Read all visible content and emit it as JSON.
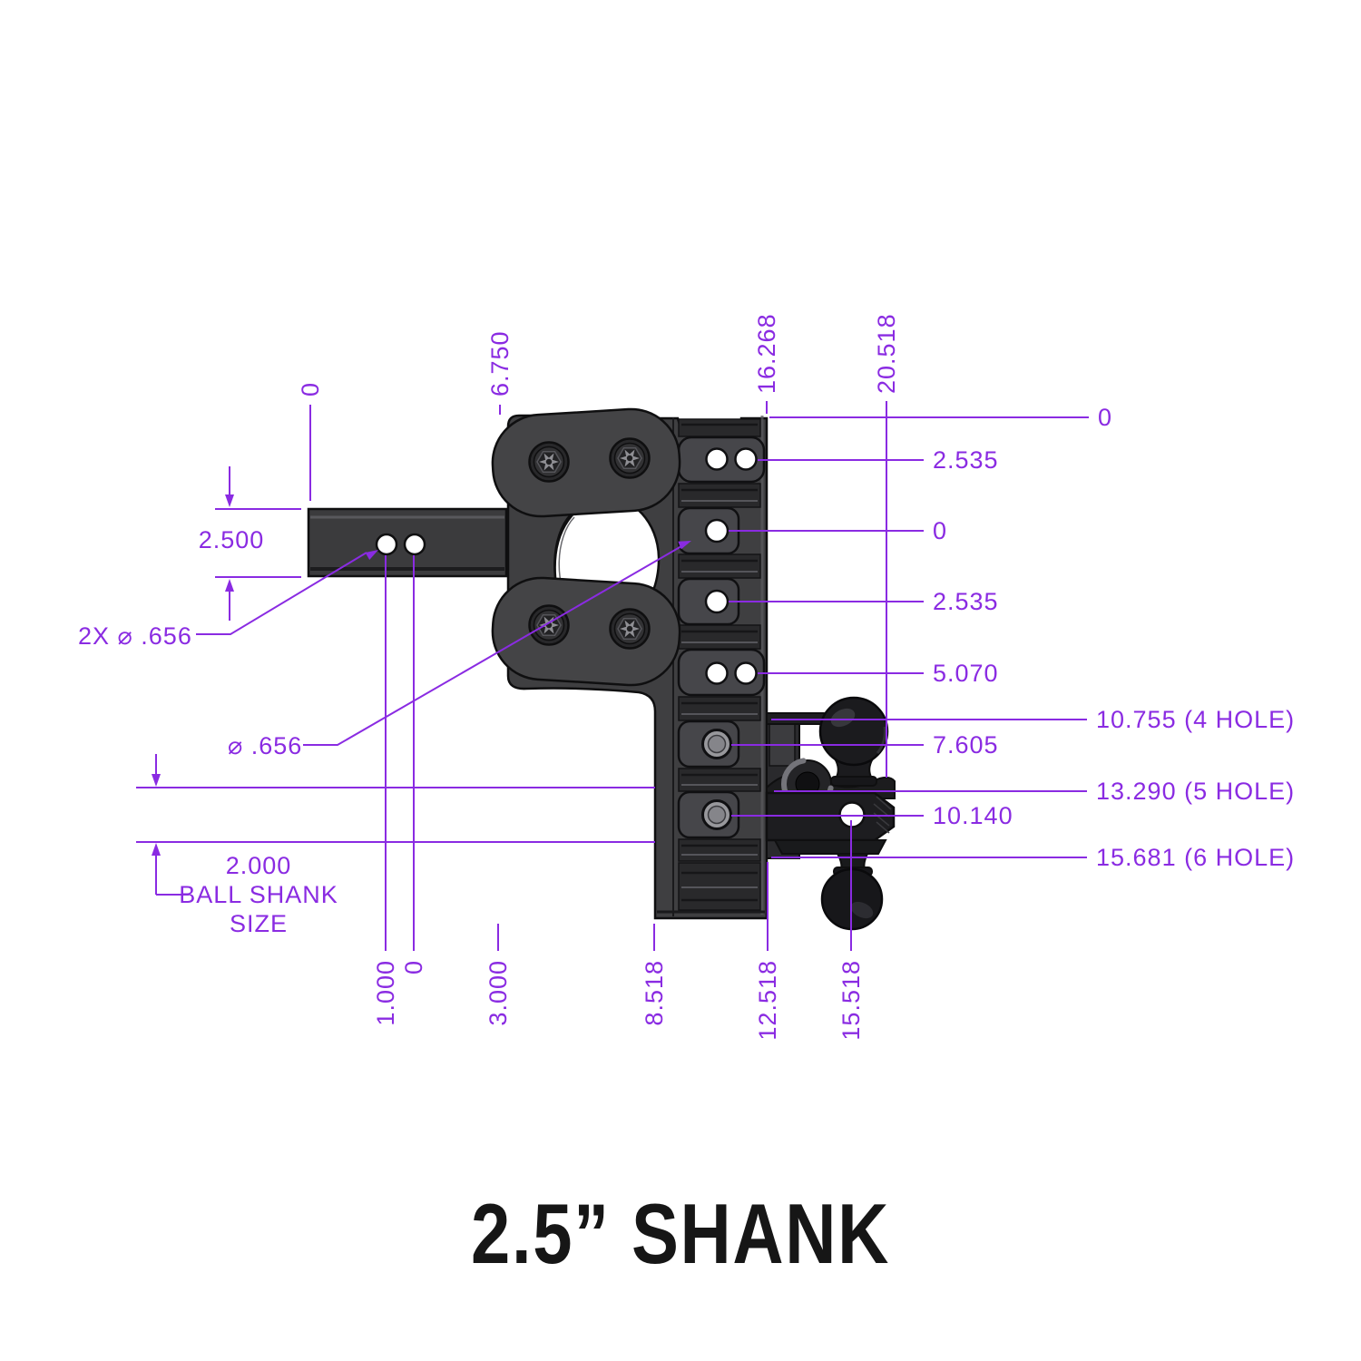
{
  "title": "2.5” SHANK",
  "colors": {
    "dimension_purple": "#8A2BE2",
    "body_gray": "#3F3F41",
    "arm_gray": "#444446",
    "link_gray": "#46464A",
    "band_dark": "#29292B",
    "ballmount_black": "#1B1B1E",
    "outline": "#0F0F10",
    "title_black": "#161616"
  },
  "dims": {
    "top_ordinates": [
      {
        "label": "0"
      },
      {
        "label": "6.750"
      },
      {
        "label": "16.268"
      },
      {
        "label": "20.518"
      }
    ],
    "right_drop_dims": [
      {
        "label": "0"
      },
      {
        "label": "10.755 (4 HOLE)"
      },
      {
        "label": "13.290 (5 HOLE)"
      },
      {
        "label": "15.681 (6 HOLE)"
      }
    ],
    "right_hole_dims": [
      {
        "label": "2.535"
      },
      {
        "label": "0"
      },
      {
        "label": "2.535"
      },
      {
        "label": "5.070"
      },
      {
        "label": "7.605"
      },
      {
        "label": "10.140"
      }
    ],
    "bottom_ordinates": [
      {
        "label": "1.000"
      },
      {
        "label": "0"
      },
      {
        "label": "3.000"
      },
      {
        "label": "8.518"
      },
      {
        "label": "12.518"
      },
      {
        "label": "15.518"
      }
    ],
    "shank_height": "2.500",
    "shank_holes_callout": "2X ⌀ .656",
    "adjust_hole_callout": "⌀ .656",
    "ball_shank": {
      "value": "2.000",
      "line1": "BALL SHANK",
      "line2": "SIZE"
    }
  }
}
